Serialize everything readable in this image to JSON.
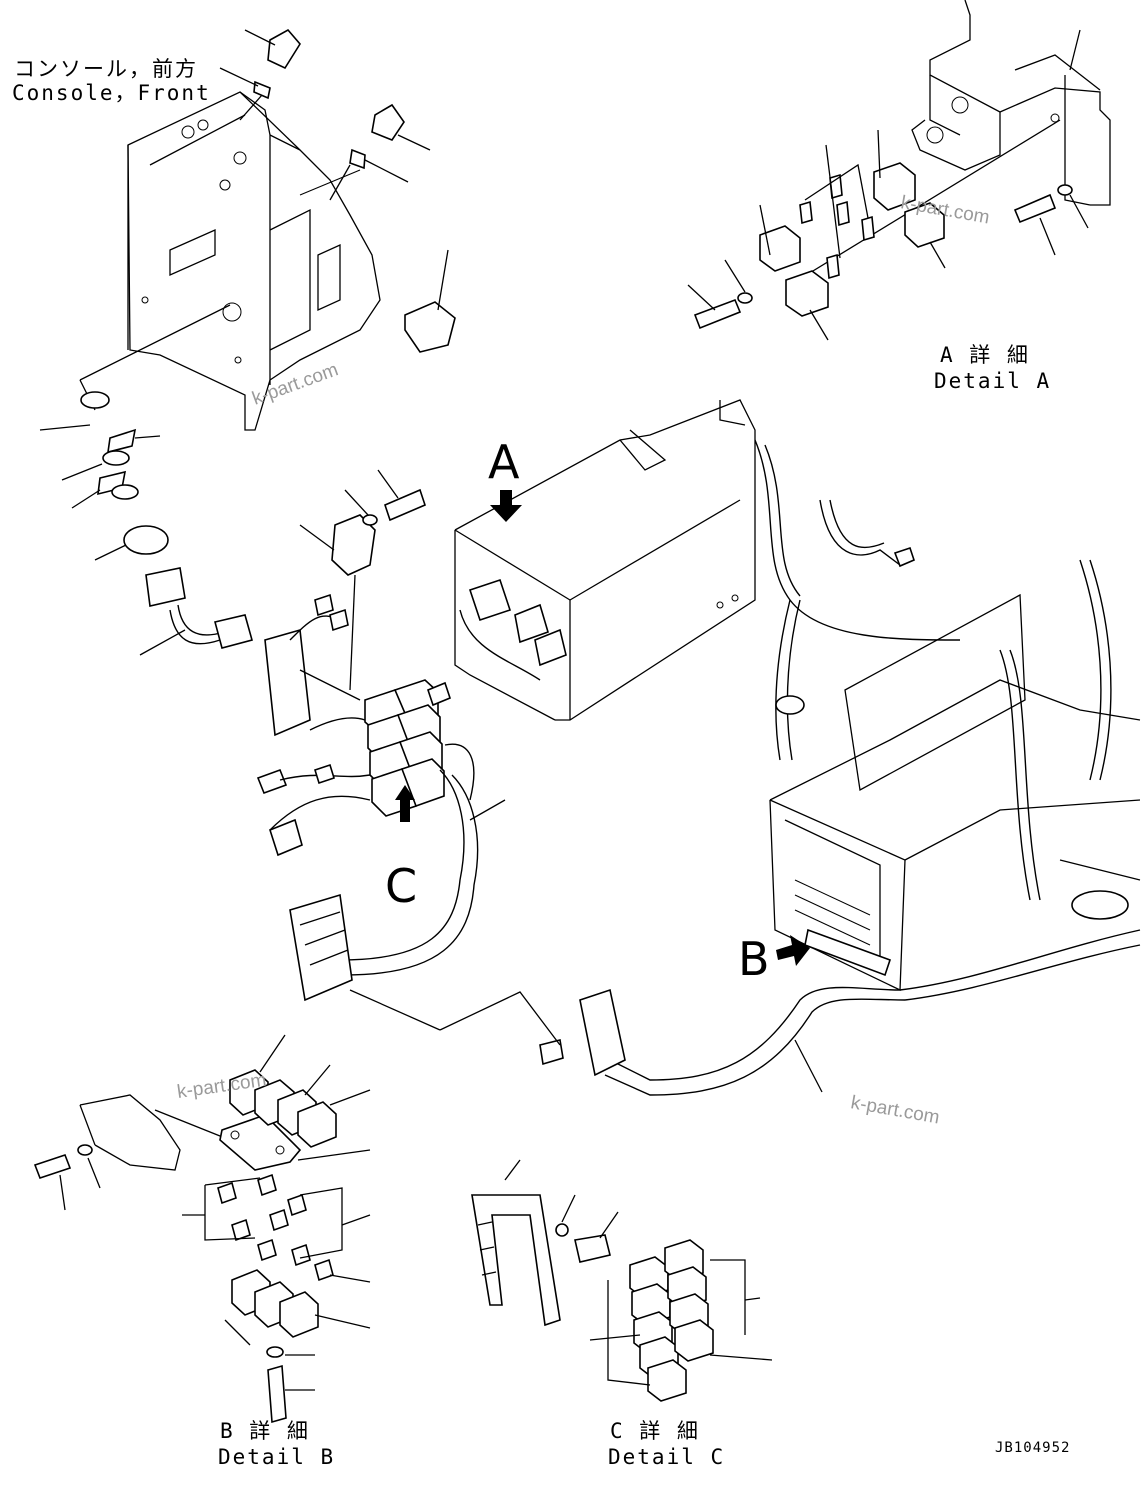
{
  "labels": {
    "console_jp": "コンソール，前方",
    "console_en": "Console，Front",
    "detail_a_jp": "A 詳 細",
    "detail_a_en": "Detail A",
    "detail_b_jp": "B 詳 細",
    "detail_b_en": "Detail B",
    "detail_c_jp": "C 詳 細",
    "detail_c_en": "Detail C",
    "callout_a": "A",
    "callout_b": "B",
    "callout_c": "C",
    "drawing_code": "JB104952"
  },
  "watermark": "k-part.com"
}
